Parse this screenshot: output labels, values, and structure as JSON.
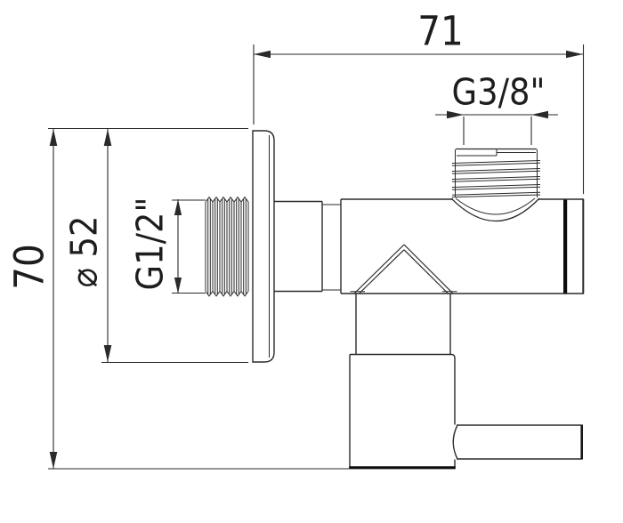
{
  "drawing": {
    "kind": "angle-valve dimension drawing",
    "colors": {
      "background": "#ffffff",
      "line": "#2a2a2a",
      "seal_band": "#0c0c0c"
    },
    "dimensions": {
      "overall_width": "71",
      "overall_height": "70",
      "flange_diameter": "⌀ 52",
      "inlet_thread": "G1/2\"",
      "outlet_thread": "G3/8\""
    }
  }
}
